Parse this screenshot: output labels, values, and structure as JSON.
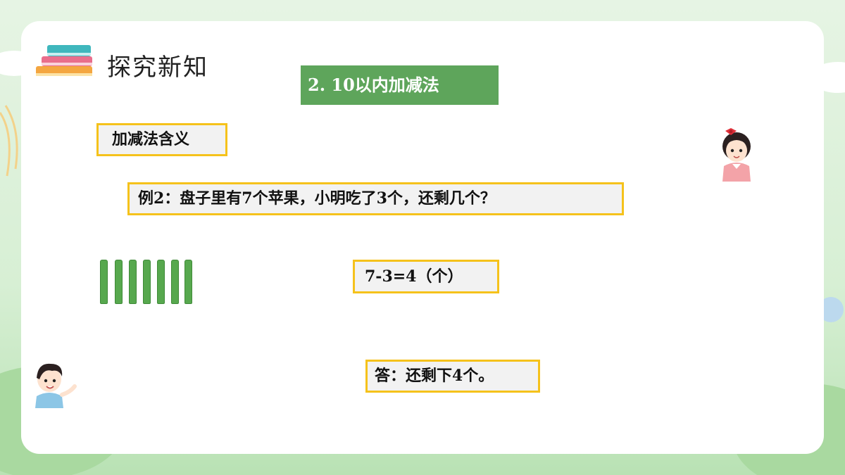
{
  "colors": {
    "header_green": "#5ea55b",
    "box_border": "#f5c21b",
    "box_fill": "#f2f2f2",
    "stick_green": "#57a84e"
  },
  "section": {
    "title": "探究新知",
    "icon": "books-stack-icon"
  },
  "topic_header": "2. 10以内加减法",
  "concept_label": "加减法含义",
  "example_question": "例2：盘子里有7个苹果，小明吃了3个，还剩几个？",
  "equation": "7-3=4（个）",
  "answer": "答：还剩下4个。",
  "sticks": {
    "count": 7
  },
  "characters": [
    "girl-illustration",
    "boy-illustration"
  ]
}
